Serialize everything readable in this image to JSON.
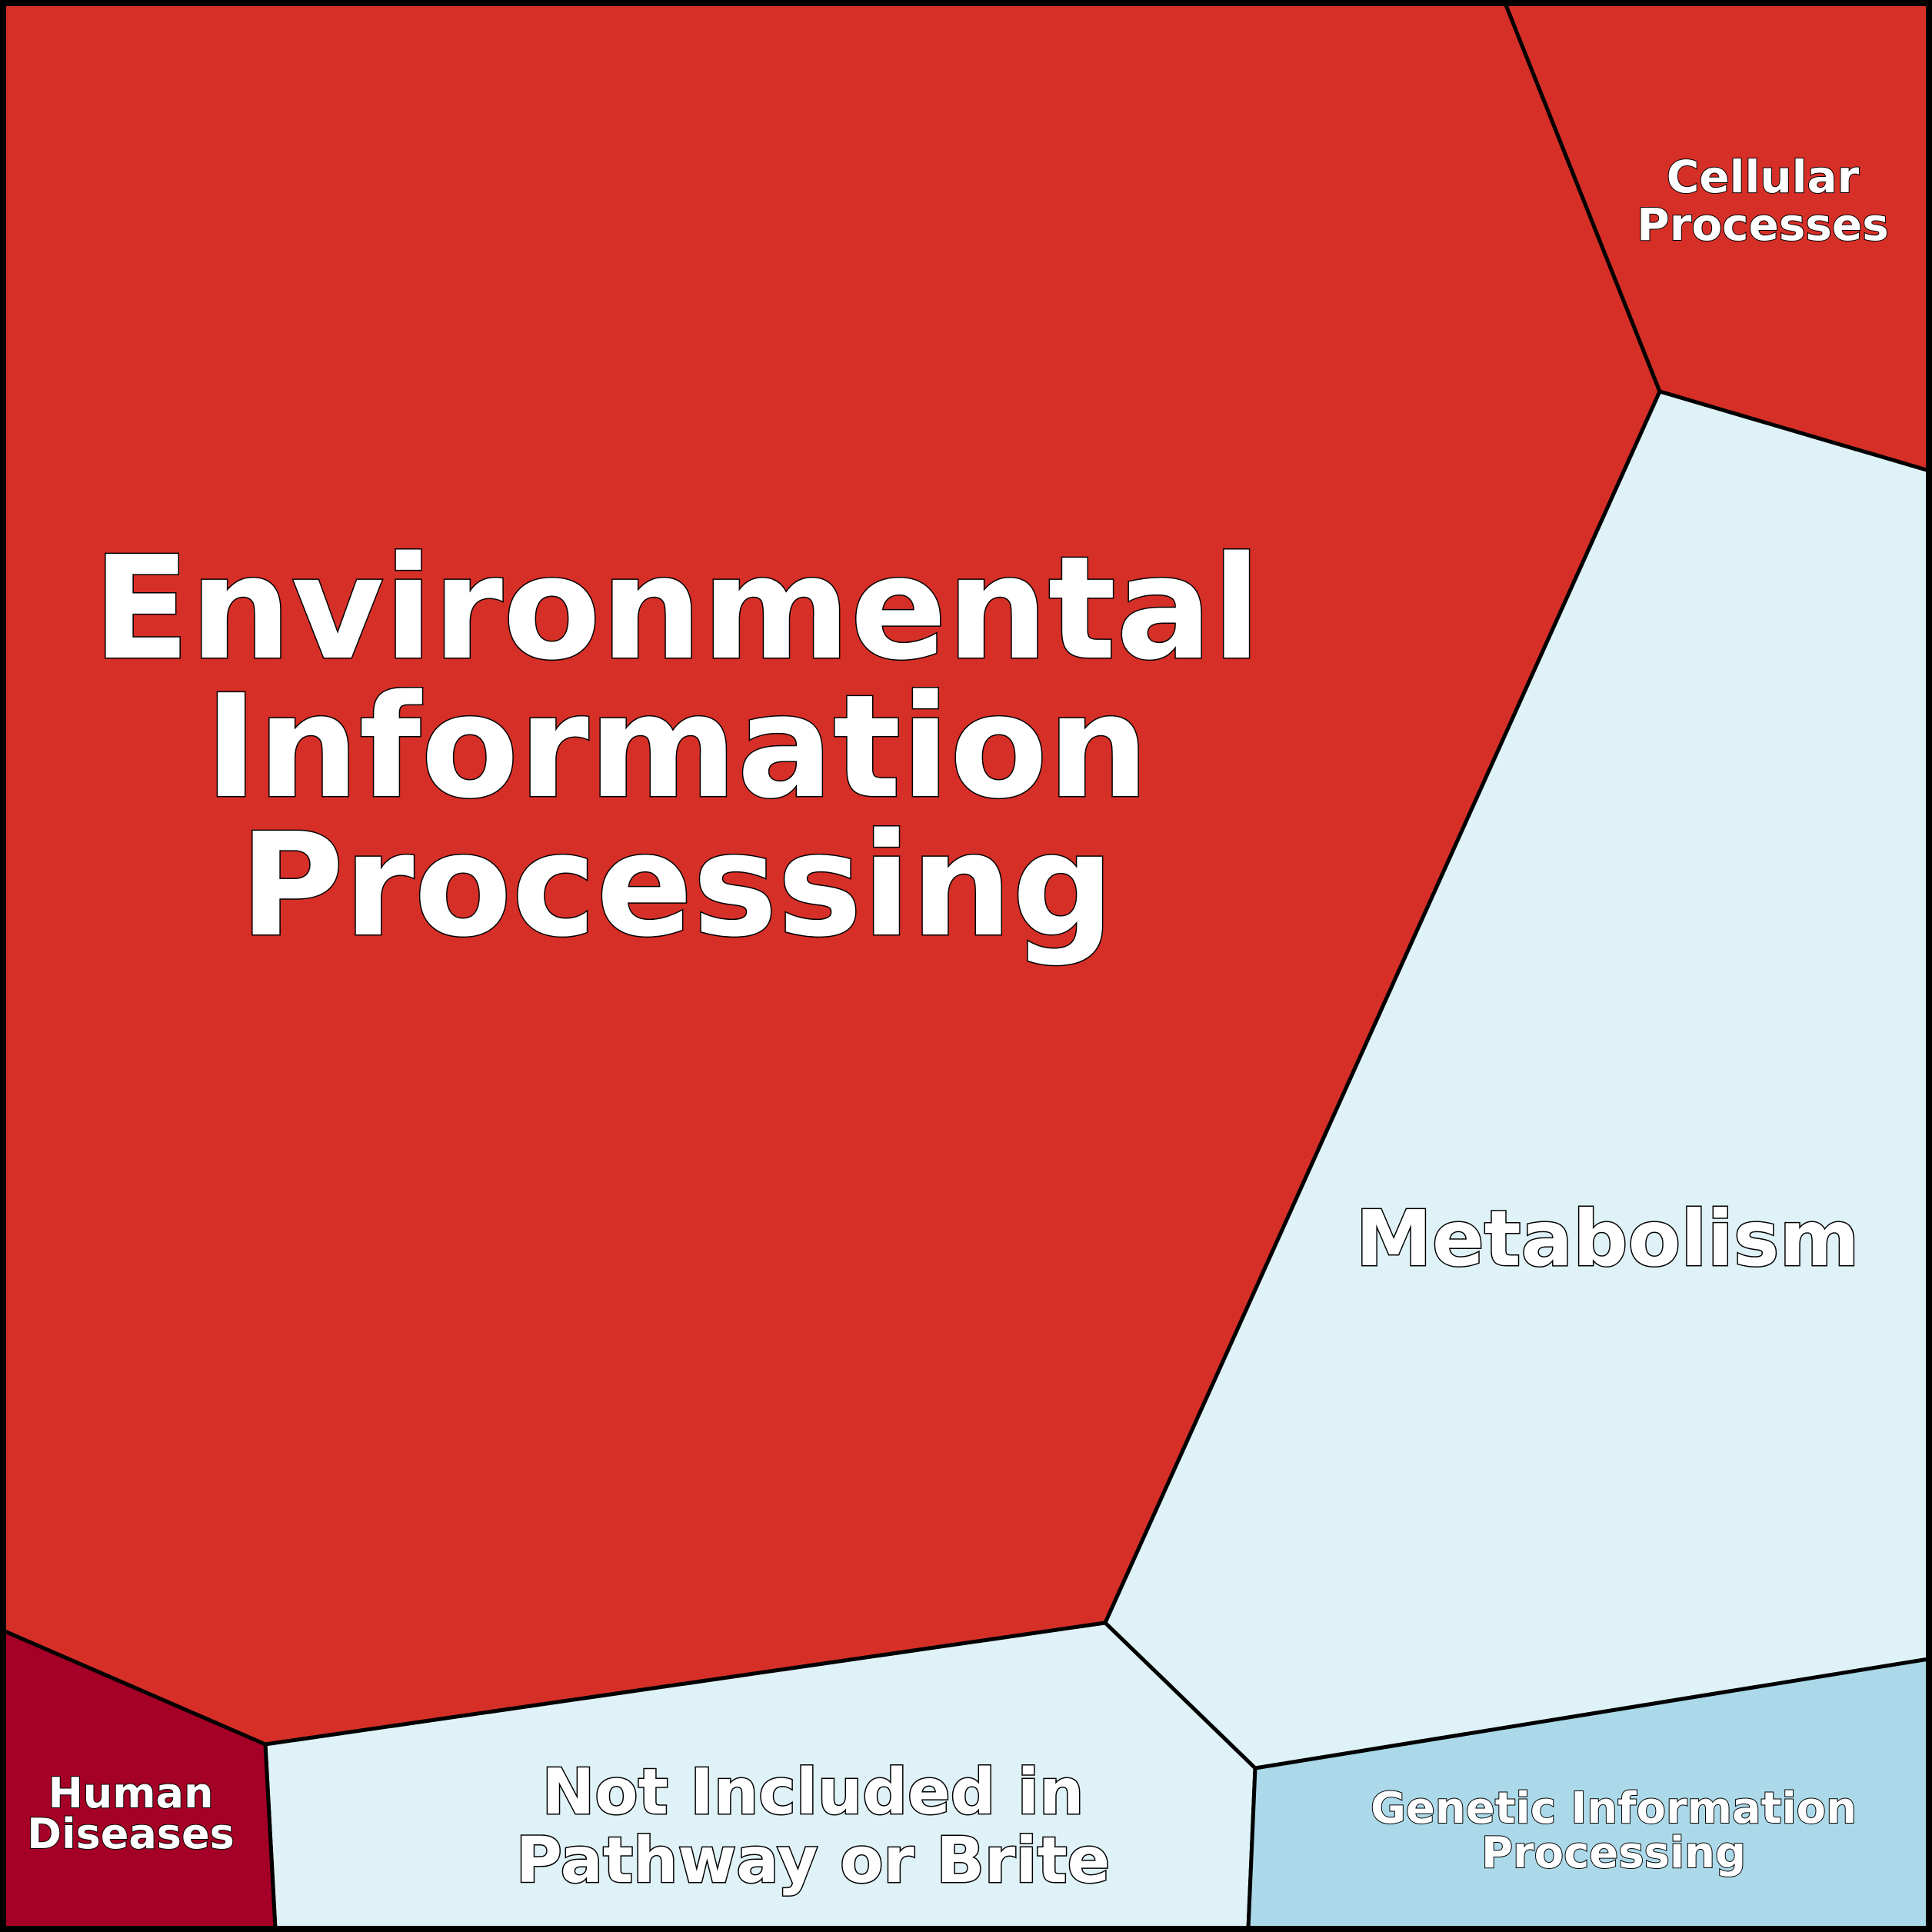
{
  "treemap": {
    "cells": [
      {
        "id": "environmental",
        "label_lines": [
          "Environmental",
          "Information",
          "Processing"
        ],
        "fill": "#d62f27"
      },
      {
        "id": "cellular",
        "label_lines": [
          "Cellular",
          "Processes"
        ],
        "fill": "#d62f27"
      },
      {
        "id": "metabolism",
        "label_lines": [
          "Metabolism"
        ],
        "fill": "#dff2f8"
      },
      {
        "id": "not-included",
        "label_lines": [
          "Not Included in",
          "Pathway or Brite"
        ],
        "fill": "#dff2f8"
      },
      {
        "id": "genetic",
        "label_lines": [
          "Genetic Information",
          "Processing"
        ],
        "fill": "#abd9e9"
      },
      {
        "id": "human-diseases",
        "label_lines": [
          "Human",
          "Diseases"
        ],
        "fill": "#a50026"
      }
    ],
    "border_color": "#000000"
  }
}
